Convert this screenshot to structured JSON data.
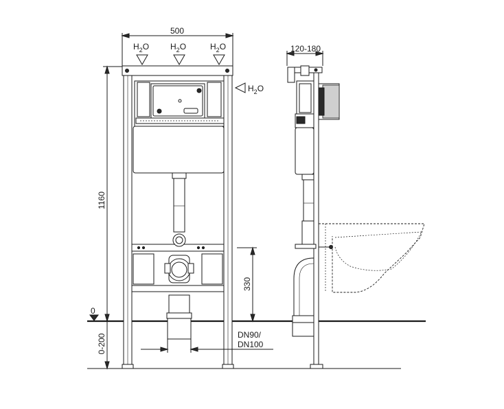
{
  "dimensions": {
    "frame_width": "500",
    "depth_range": "120-180",
    "frame_height": "1160",
    "outlet_height": "330",
    "floor_zero": "0",
    "floor_range": "0-200"
  },
  "water": {
    "symbol": "H",
    "subscript": "2",
    "suffix": "O"
  },
  "drain": {
    "line1": "DN90/",
    "line2": "DN100"
  }
}
